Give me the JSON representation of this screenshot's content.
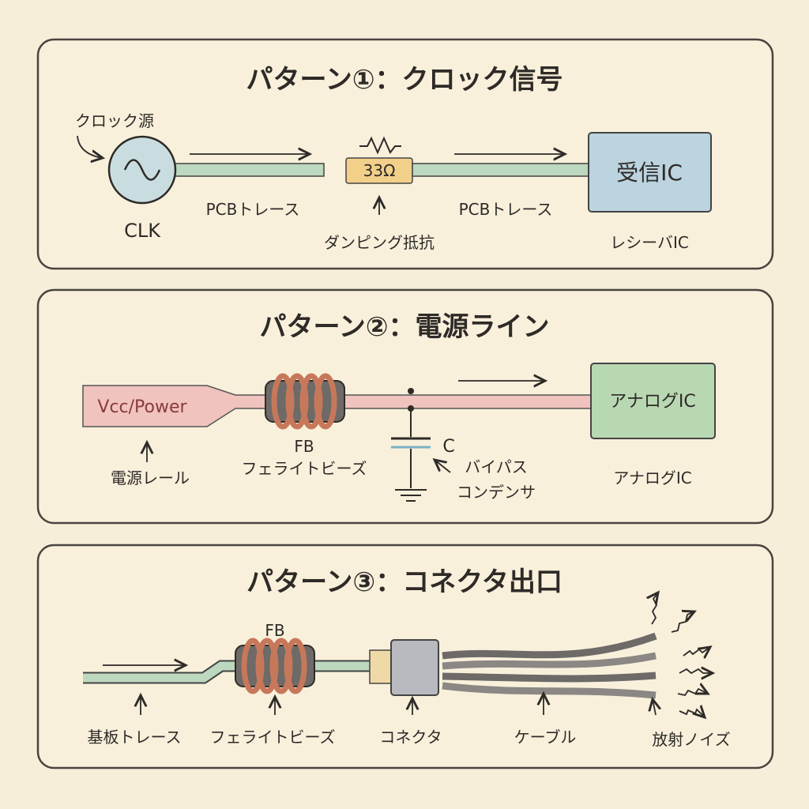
{
  "panel1": {
    "title": "パターン①：クロック信号",
    "clock_source_label": "クロック源",
    "clk_label": "CLK",
    "trace_label_1": "PCBトレース",
    "resistor_value": "33Ω",
    "resistor_label": "ダンピング抵抗",
    "trace_label_2": "PCBトレース",
    "ic_box": "受信IC",
    "ic_label": "レシーバIC"
  },
  "panel2": {
    "title": "パターン②：電源ライン",
    "power_box": "Vcc/Power",
    "rail_label": "電源レール",
    "fb_label": "FB",
    "fb_name": "フェライトビーズ",
    "cap_label": "C",
    "cap_name_1": "バイパス",
    "cap_name_2": "コンデンサ",
    "ic_box": "アナログIC",
    "ic_label": "アナログIC"
  },
  "panel3": {
    "title": "パターン③：コネクタ出口",
    "fb_label": "FB",
    "trace_label": "基板トレース",
    "fb_name": "フェライトビーズ",
    "connector_label": "コネクタ",
    "cable_label": "ケーブル",
    "noise_label": "放射ノイズ"
  },
  "colors": {
    "background": "#f6eed8",
    "trace": "#bcd8bf",
    "resistor": "#f2d08a",
    "receiver_ic": "#bcd3e0",
    "analog_ic": "#b8d8b2",
    "power": "#f0c3be",
    "copper": "#c7785a"
  }
}
